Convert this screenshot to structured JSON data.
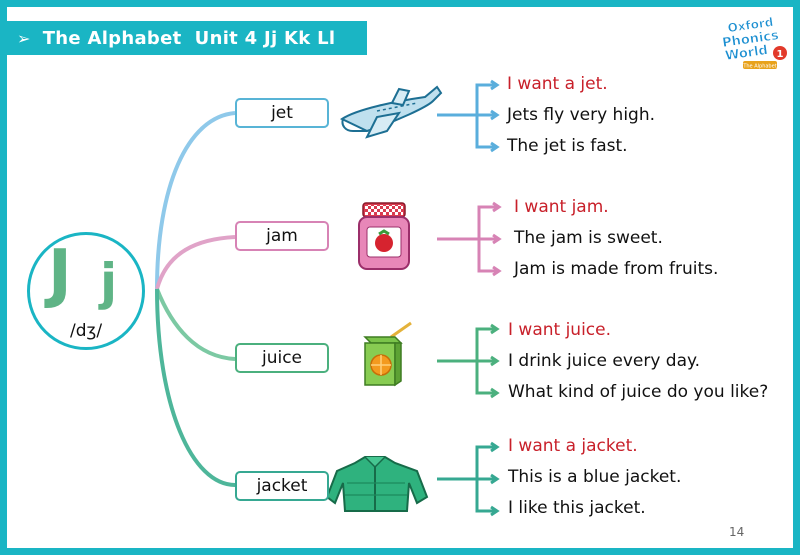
{
  "header": {
    "title": "The Alphabet  Unit 4 Jj Kk Ll"
  },
  "logo": {
    "line1": "Oxford",
    "line2": "Phonics",
    "line3": "World",
    "level": "1",
    "tag": "The Alphabet"
  },
  "letter": {
    "upper": "J",
    "lower": "j",
    "phonetic": "/dʒ/"
  },
  "words": [
    {
      "label": "jet",
      "sentences": [
        "I want a jet.",
        "Jets fly very high.",
        "The jet is fast."
      ]
    },
    {
      "label": "jam",
      "sentences": [
        "I want jam.",
        "The jam is sweet.",
        "Jam is made from fruits."
      ]
    },
    {
      "label": "juice",
      "sentences": [
        "I want juice.",
        "I drink juice every day.",
        "What kind of juice do you like?"
      ]
    },
    {
      "label": "jacket",
      "sentences": [
        "I want a jacket.",
        "This is a blue jacket.",
        "I like this jacket."
      ]
    }
  ],
  "page": {
    "number": "14"
  },
  "colors": {
    "accent": "#1ab5c4",
    "red": "#c8202a",
    "blue": "#5aaedc",
    "pink": "#d783b5",
    "green": "#4bb07e",
    "teal": "#36a892"
  }
}
